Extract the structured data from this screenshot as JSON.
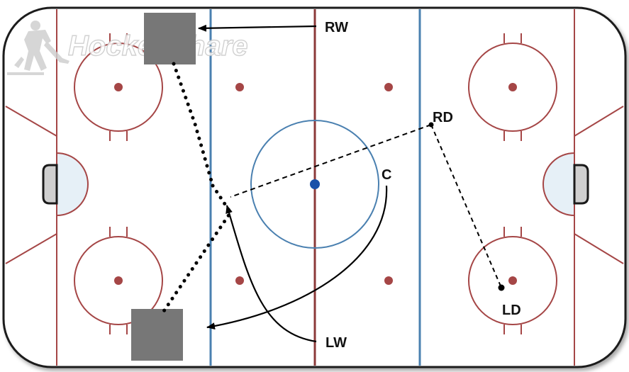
{
  "watermark": {
    "text": "HockeyShare"
  },
  "labels": {
    "rw": "RW",
    "rd": "RD",
    "c": "C",
    "lw": "LW",
    "ld": "LD"
  },
  "colors": {
    "boards": "#1a1a1a",
    "red_line": "#8b3a3a",
    "blue_line": "#4a80b0",
    "center_dot": "#1a50a8",
    "faceoff_dot": "#a54646",
    "crease_fill": "#e6f0f7",
    "net_fill": "#cfcfcf",
    "net_box": "#777777",
    "ice": "#ffffff"
  }
}
